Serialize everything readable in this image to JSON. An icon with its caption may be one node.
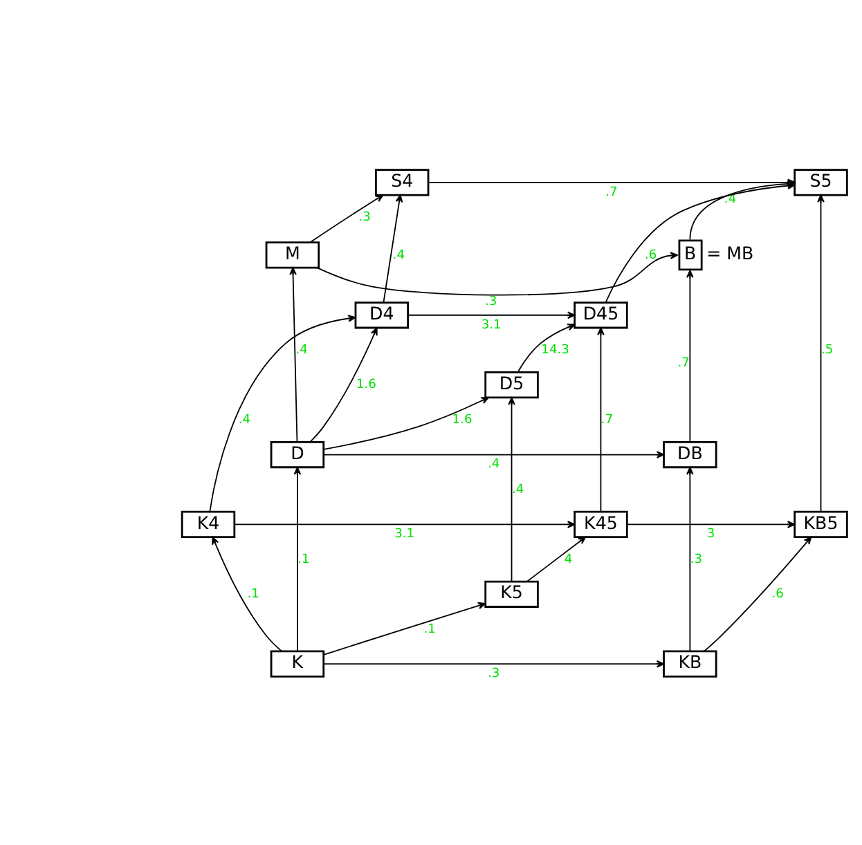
{
  "diagram": {
    "nodes": [
      {
        "text": [
          "S4"
        ]
      },
      {
        "text": [
          "S5"
        ]
      },
      {
        "text": [
          "M"
        ]
      },
      {
        "text": [
          "B"
        ],
        "beside": [
          "= MB"
        ]
      },
      {
        "text": [
          "D4"
        ]
      },
      {
        "text": [
          "D45"
        ]
      },
      {
        "text": [
          "D5"
        ]
      },
      {
        "text": [
          "D"
        ]
      },
      {
        "text": [
          "DB"
        ]
      },
      {
        "text": [
          "K4"
        ]
      },
      {
        "text": [
          "K45"
        ]
      },
      {
        "text": [
          "KB5"
        ]
      },
      {
        "text": [
          "K5"
        ]
      },
      {
        "text": [
          "K"
        ]
      },
      {
        "text": [
          "KB"
        ]
      }
    ],
    "edges": [
      {
        "from": 2,
        "to": 0,
        "arrow": "to",
        "label": ".3"
      },
      {
        "from": 0,
        "to": 1,
        "arrow": "to",
        "label": ".7"
      },
      {
        "from": 2,
        "to": 3,
        "arrow": "to",
        "label": ".3"
      },
      {
        "from": 3,
        "to": 1,
        "arrow": "to",
        "label": ".4"
      },
      {
        "from": 5,
        "to": 1,
        "arrow": "to",
        "label": ".6"
      },
      {
        "from": 11,
        "to": 1,
        "arrow": "to",
        "label": ".5"
      },
      {
        "from": 4,
        "to": 0,
        "arrow": "to",
        "label": ".4"
      },
      {
        "from": 7,
        "to": 2,
        "arrow": "to",
        "label": ".4"
      },
      {
        "from": 7,
        "to": 4,
        "arrow": "to",
        "label": "1.6"
      },
      {
        "from": 7,
        "to": 6,
        "arrow": "to",
        "label": "1.6"
      },
      {
        "from": 4,
        "to": 5,
        "arrow": "to",
        "label": "3.1"
      },
      {
        "from": 6,
        "to": 5,
        "arrow": "to",
        "label": "14.3"
      },
      {
        "from": 7,
        "to": 8,
        "arrow": "to",
        "label": ".4"
      },
      {
        "from": 8,
        "to": 3,
        "arrow": "to",
        "label": ".7"
      },
      {
        "from": 10,
        "to": 5,
        "arrow": "to",
        "label": ".7"
      },
      {
        "from": 9,
        "to": 4,
        "arrow": "to",
        "label": ".4"
      },
      {
        "from": 12,
        "to": 6,
        "arrow": "to",
        "label": ".4"
      },
      {
        "from": 13,
        "to": 7,
        "arrow": "to",
        "label": ".1"
      },
      {
        "from": 13,
        "to": 9,
        "arrow": "to",
        "label": ".1"
      },
      {
        "from": 13,
        "to": 12,
        "arrow": "to",
        "label": ".1"
      },
      {
        "from": 13,
        "to": 14,
        "arrow": "to",
        "label": ".3"
      },
      {
        "from": 9,
        "to": 10,
        "arrow": "to",
        "label": "3.1"
      },
      {
        "from": 12,
        "to": 10,
        "arrow": "to",
        "label": "4"
      },
      {
        "from": 10,
        "to": 11,
        "arrow": "to",
        "label": "3"
      },
      {
        "from": 14,
        "to": 8,
        "arrow": "to",
        "label": ".3"
      },
      {
        "from": 14,
        "to": 11,
        "arrow": "to",
        "label": ".6"
      }
    ]
  }
}
